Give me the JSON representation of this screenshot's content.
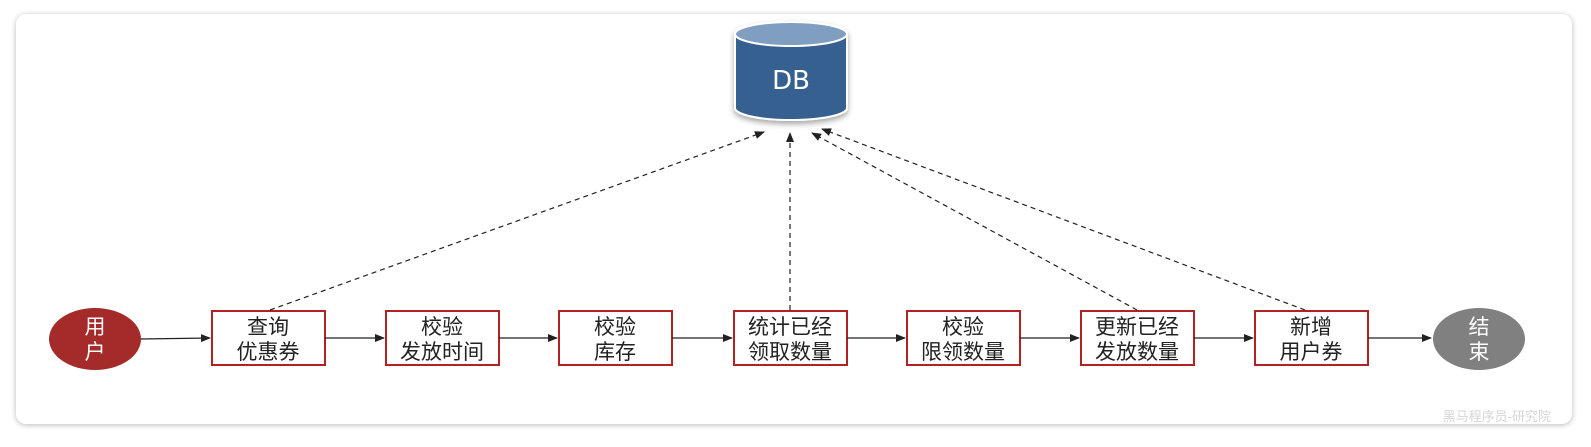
{
  "database": {
    "label": "DB"
  },
  "start": {
    "line1": "用",
    "line2": "户"
  },
  "end": {
    "line1": "结",
    "line2": "束"
  },
  "steps": [
    {
      "line1": "查询",
      "line2": "优惠券"
    },
    {
      "line1": "校验",
      "line2": "发放时间"
    },
    {
      "line1": "校验",
      "line2": "库存"
    },
    {
      "line1": "统计已经",
      "line2": "领取数量"
    },
    {
      "line1": "校验",
      "line2": "限领数量"
    },
    {
      "line1": "更新已经",
      "line2": "发放数量"
    },
    {
      "line1": "新增",
      "line2": "用户券"
    }
  ],
  "watermark": "黑马程序员-研究院",
  "colors": {
    "start_oval": "#a52a2a",
    "end_oval": "#808080",
    "step_border": "#b22222",
    "db_body": "#35608f",
    "db_top": "#7f9ec0",
    "arrow": "#222222"
  }
}
